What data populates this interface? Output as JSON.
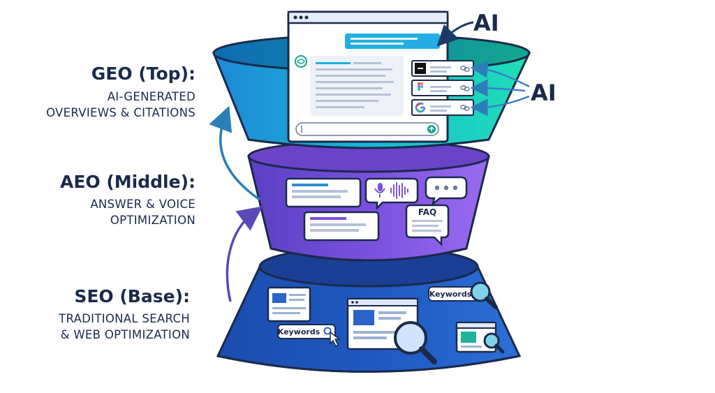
{
  "tiers": {
    "geo": {
      "title": "GEO (Top):",
      "subtitle_line1": "AI-GENERATED",
      "subtitle_line2": "OVERVIEWS & CITATIONS"
    },
    "aeo": {
      "title": "AEO (Middle):",
      "subtitle_line1": "ANSWER & VOICE",
      "subtitle_line2": "OPTIMIZATION",
      "faq_label": "FAQ"
    },
    "seo": {
      "title": "SEO (Base):",
      "subtitle_line1": "TRADITIONAL SEARCH",
      "subtitle_line2": "& WEB OPTIMIZATION",
      "keyword_tag_1": "Keywords",
      "keyword_tag_2": "Keywords"
    }
  },
  "ai_labels": {
    "top": "AI",
    "side": "AI"
  },
  "colors": {
    "navy_text": "#1b2a4a",
    "geo_left": "#1e8fd6",
    "geo_right": "#1fd6b4",
    "aeo_main": "#7a4ed8",
    "seo_main": "#1a4fb0",
    "arrow": "#2a7fb8"
  }
}
